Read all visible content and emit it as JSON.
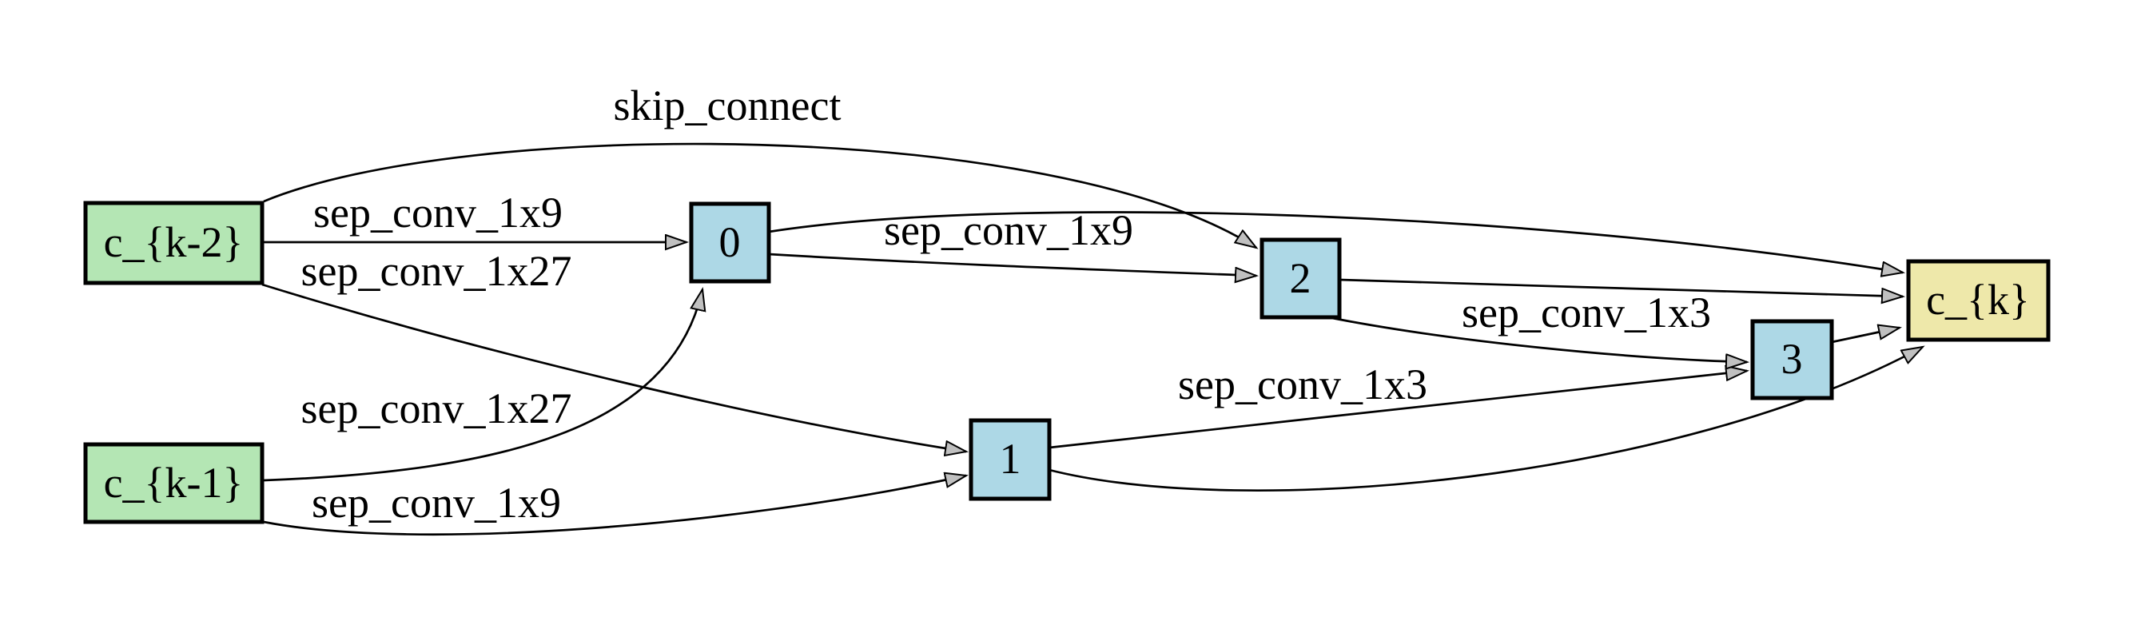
{
  "diagram": {
    "background": "#ffffff",
    "edge_color": "#000000",
    "arrowhead_fill": "#c0c0c0",
    "node_border_color": "#000000"
  },
  "graph": {
    "type": "dag-cell-architecture",
    "nodes": [
      {
        "id": "c_{k-2}",
        "label": "c_{k-2}",
        "role": "input",
        "fill": "#b4e6b4"
      },
      {
        "id": "c_{k-1}",
        "label": "c_{k-1}",
        "role": "input",
        "fill": "#b4e6b4"
      },
      {
        "id": "0",
        "label": "0",
        "role": "intermediate",
        "fill": "#add8e6"
      },
      {
        "id": "1",
        "label": "1",
        "role": "intermediate",
        "fill": "#add8e6"
      },
      {
        "id": "2",
        "label": "2",
        "role": "intermediate",
        "fill": "#add8e6"
      },
      {
        "id": "3",
        "label": "3",
        "role": "intermediate",
        "fill": "#add8e6"
      },
      {
        "id": "c_{k}",
        "label": "c_{k}",
        "role": "output",
        "fill": "#eee8aa"
      }
    ],
    "edges": [
      {
        "from": "c_{k-2}",
        "to": "0",
        "label": "sep_conv_1x9"
      },
      {
        "from": "c_{k-2}",
        "to": "1",
        "label": "sep_conv_1x27"
      },
      {
        "from": "c_{k-2}",
        "to": "2",
        "label": "skip_connect"
      },
      {
        "from": "c_{k-1}",
        "to": "0",
        "label": "sep_conv_1x27"
      },
      {
        "from": "c_{k-1}",
        "to": "1",
        "label": "sep_conv_1x9"
      },
      {
        "from": "0",
        "to": "2",
        "label": "sep_conv_1x9"
      },
      {
        "from": "1",
        "to": "3",
        "label": "sep_conv_1x3"
      },
      {
        "from": "2",
        "to": "3",
        "label": "sep_conv_1x3"
      },
      {
        "from": "0",
        "to": "c_{k}",
        "label": ""
      },
      {
        "from": "1",
        "to": "c_{k}",
        "label": ""
      },
      {
        "from": "2",
        "to": "c_{k}",
        "label": ""
      },
      {
        "from": "3",
        "to": "c_{k}",
        "label": ""
      }
    ]
  }
}
